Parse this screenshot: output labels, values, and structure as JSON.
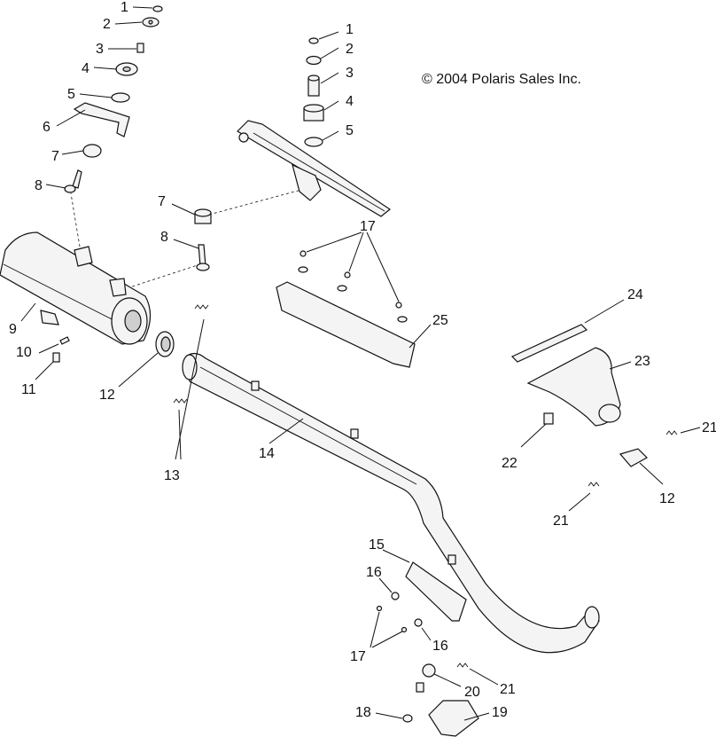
{
  "copyright": "© 2004 Polaris Sales Inc.",
  "callouts": {
    "c1a": "1",
    "c2a": "2",
    "c3a": "3",
    "c4a": "4",
    "c5a": "5",
    "c6": "6",
    "c7a": "7",
    "c8a": "8",
    "c1b": "1",
    "c2b": "2",
    "c3b": "3",
    "c4b": "4",
    "c5b": "5",
    "c7b": "7",
    "c8b": "8",
    "c9": "9",
    "c10": "10",
    "c11": "11",
    "c12a": "12",
    "c13": "13",
    "c14": "14",
    "c17a": "17",
    "c25": "25",
    "c24": "24",
    "c23": "23",
    "c21a": "21",
    "c22": "22",
    "c12b": "12",
    "c21b": "21",
    "c15": "15",
    "c16a": "16",
    "c16b": "16",
    "c17b": "17",
    "c20": "20",
    "c21c": "21",
    "c18": "18",
    "c19": "19"
  }
}
